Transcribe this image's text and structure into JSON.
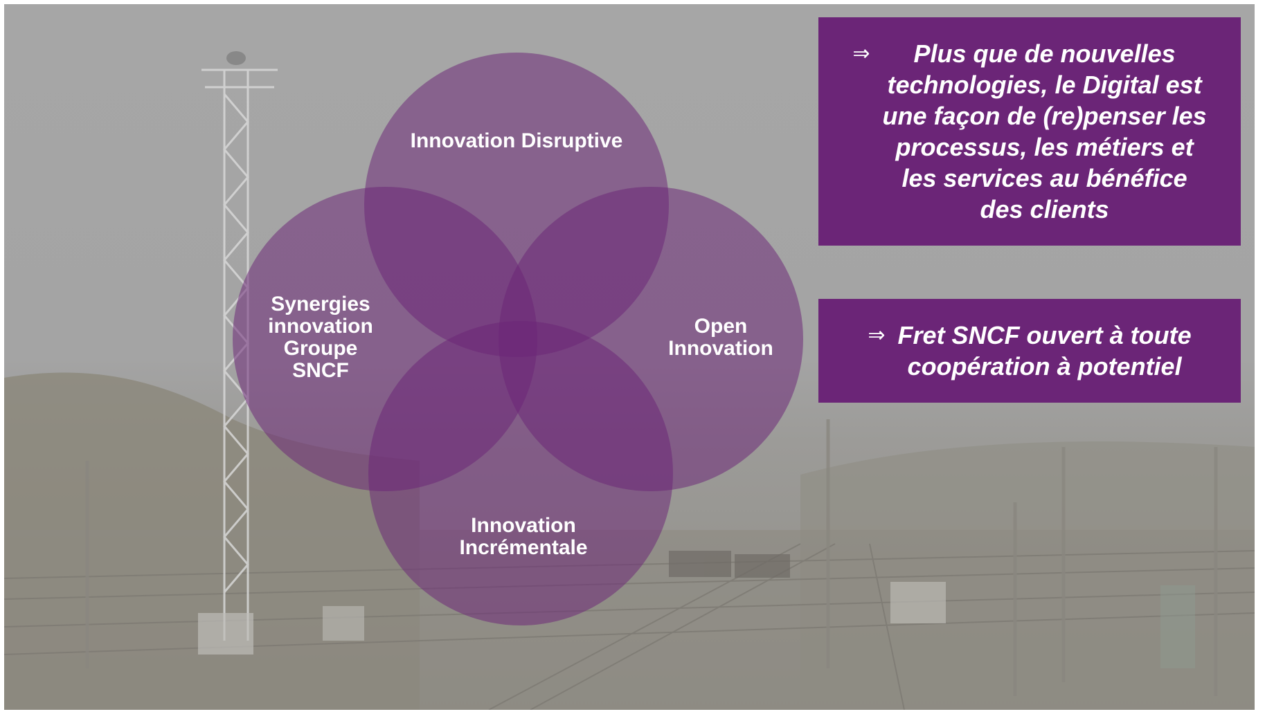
{
  "venn": {
    "fill_color": "#6b2577",
    "circles": [
      {
        "id": "top",
        "label": "Innovation Disruptive"
      },
      {
        "id": "left",
        "label": "Synergies\ninnovation\nGroupe\nSNCF"
      },
      {
        "id": "right",
        "label": "Open\nInnovation"
      },
      {
        "id": "bottom",
        "label": "Innovation\nIncrémentale"
      }
    ]
  },
  "callouts": [
    {
      "arrow": "⇒",
      "text": "Plus que de nouvelles\ntechnologies, le Digital est\nune façon de (re)penser les\nprocessus, les métiers et\nles services au bénéfice\ndes clients"
    },
    {
      "arrow": "⇒",
      "text": "Fret SNCF ouvert à toute\ncoopération à potentiel"
    }
  ],
  "colors": {
    "accent": "#6b2577",
    "background": "#a5a5a5"
  },
  "background_image": "faded photo of a railway freight yard with floodlight towers"
}
